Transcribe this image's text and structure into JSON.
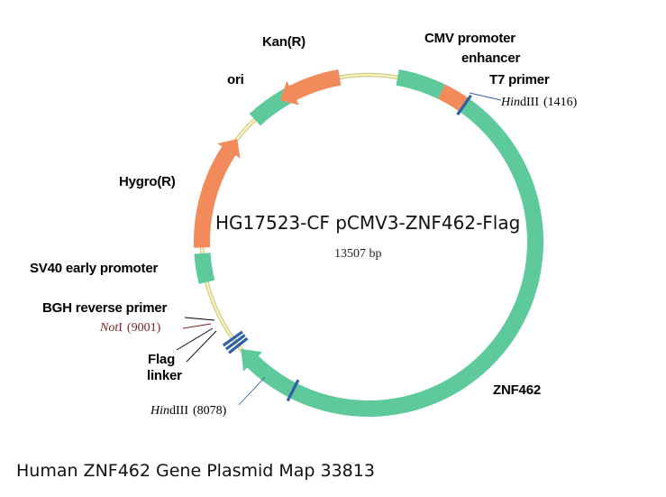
{
  "plasmid": {
    "name": "HG17523-CF pCMV3-ZNF462-Flag",
    "size": "13507 bp"
  },
  "colors": {
    "backbone": "#f6f3b7",
    "backbone_edge": "#c9c38a",
    "feature_green": "#5ec99b",
    "feature_orange": "#f28a5c",
    "site_blue": "#2f5fa8"
  },
  "features": [
    {
      "id": "cmv",
      "label": "CMV promoter",
      "color": "#5ec99b"
    },
    {
      "id": "enhancer",
      "label": "enhancer",
      "color": "#f28a5c"
    },
    {
      "id": "t7",
      "label": "T7 primer"
    },
    {
      "id": "znf",
      "label": "ZNF462",
      "color": "#5ec99b"
    },
    {
      "id": "bgh",
      "label": "BGH reverse primer"
    },
    {
      "id": "flag",
      "label": "Flag"
    },
    {
      "id": "linker",
      "label": "linker"
    },
    {
      "id": "sv40",
      "label": "SV40 early promoter",
      "color": "#5ec99b"
    },
    {
      "id": "hygro",
      "label": "Hygro(R)",
      "color": "#f28a5c"
    },
    {
      "id": "ori",
      "label": "ori",
      "color": "#5ec99b"
    },
    {
      "id": "kan",
      "label": "Kan(R)",
      "color": "#f28a5c"
    }
  ],
  "sites": [
    {
      "enzyme_italic": "Hin",
      "enzyme_rest": "dIII",
      "position": "(1416)"
    },
    {
      "enzyme_italic": "Hin",
      "enzyme_rest": "dIII",
      "position": "(8078)"
    },
    {
      "enzyme_italic": "Not",
      "enzyme_rest": "I",
      "position": "(9001)"
    }
  ],
  "caption": "Human ZNF462 Gene Plasmid Map 33813"
}
